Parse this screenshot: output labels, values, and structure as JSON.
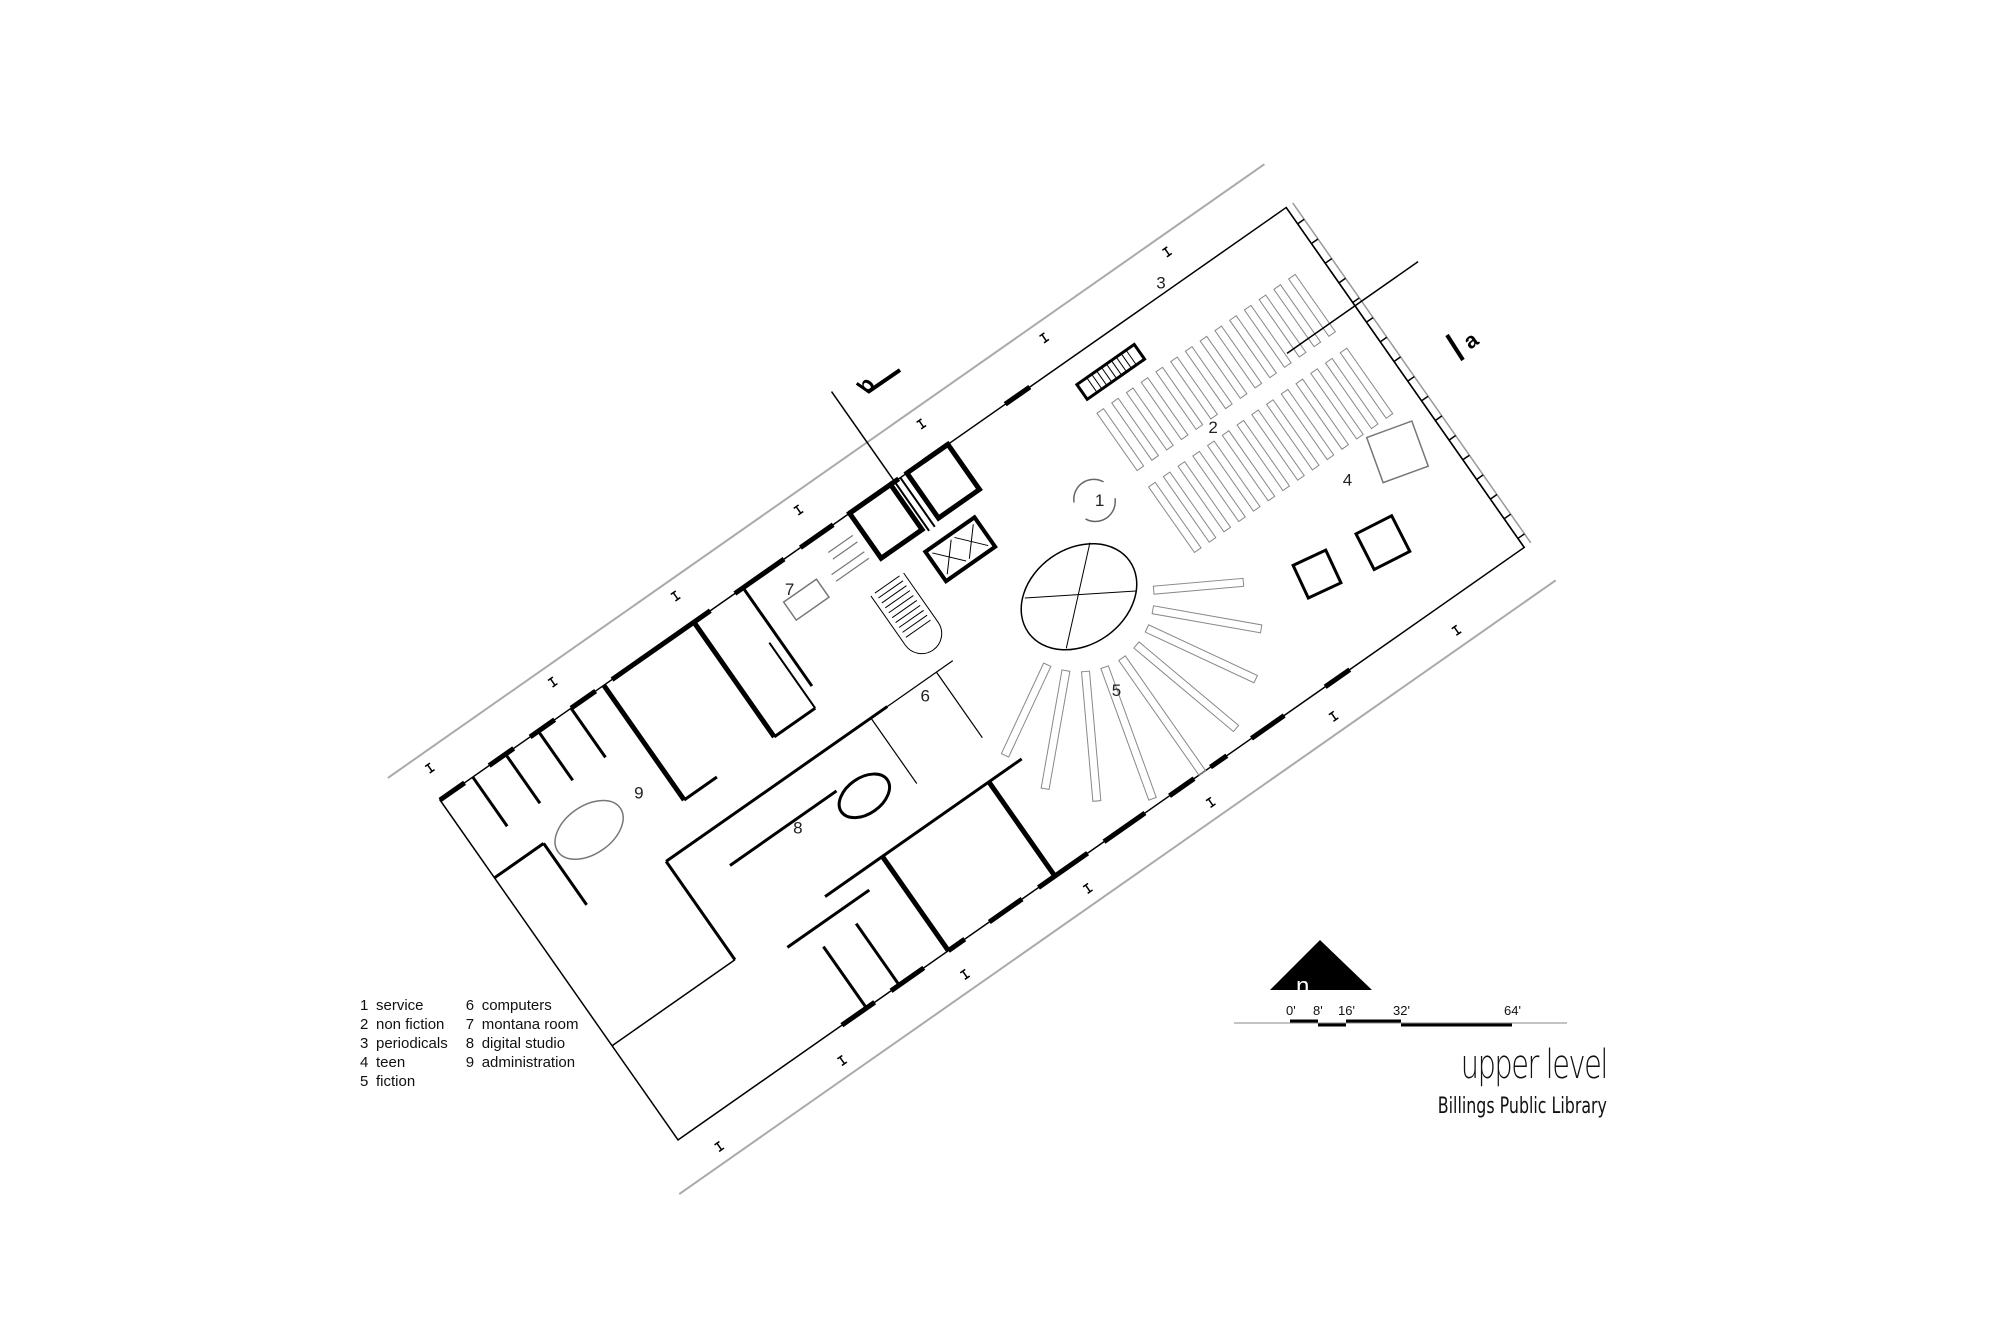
{
  "drawing": {
    "title": "upper level",
    "subtitle": "Billings Public Library",
    "north_arrow_label": "n",
    "section_markers": [
      "a",
      "b"
    ]
  },
  "legend": {
    "column_1": [
      {
        "number": "1",
        "label": "service"
      },
      {
        "number": "2",
        "label": "non fiction"
      },
      {
        "number": "3",
        "label": "periodicals"
      },
      {
        "number": "4",
        "label": "teen"
      },
      {
        "number": "5",
        "label": "fiction"
      }
    ],
    "column_2": [
      {
        "number": "6",
        "label": "computers"
      },
      {
        "number": "7",
        "label": "montana room"
      },
      {
        "number": "8",
        "label": "digital studio"
      },
      {
        "number": "9",
        "label": "administration"
      }
    ]
  },
  "scale_bar": {
    "ticks": [
      "0'",
      "8'",
      "16'",
      "32'",
      "64'"
    ]
  },
  "room_labels": {
    "r1": "1",
    "r2": "2",
    "r3": "3",
    "r4": "4",
    "r5": "5",
    "r6": "6",
    "r7": "7",
    "r8": "8",
    "r9": "9"
  },
  "colors": {
    "ink": "#000000",
    "light_line": "#888888",
    "site_line": "#aaaaaa",
    "background": "#ffffff"
  }
}
